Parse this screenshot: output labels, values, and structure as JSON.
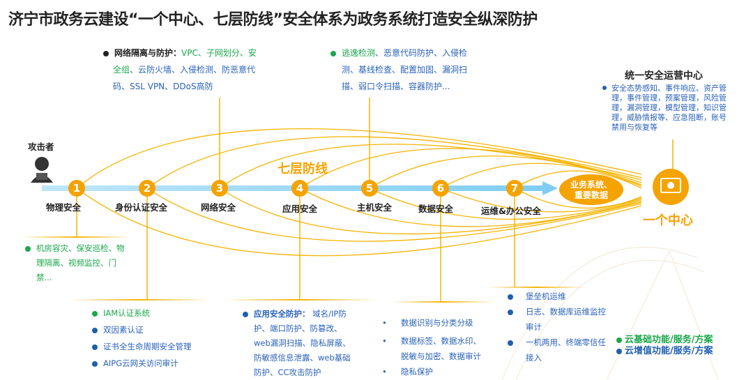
{
  "title": "济宁市政务云建设“一个中心、七层防线”安全体系为政务系统打造安全纵深防护",
  "attacker": "攻击者",
  "seven_lines_label": "七层防线",
  "core": "业务系统、\n重要数据",
  "core_l1": "业务系统、",
  "core_l2": "重要数据",
  "center_label": "一个中心",
  "nodes": [
    {
      "num": "1",
      "label": "物理安全"
    },
    {
      "num": "2",
      "label": "身份认证安全"
    },
    {
      "num": "3",
      "label": "网络安全"
    },
    {
      "num": "4",
      "label": "应用安全"
    },
    {
      "num": "5",
      "label": "主机安全"
    },
    {
      "num": "6",
      "label": "数据安全"
    },
    {
      "num": "7",
      "label": "运维&办公安全"
    }
  ],
  "network": {
    "head": "网络隔离与防护：",
    "g1": "VPC、子网划分、安",
    "g2": "全组",
    "b2": "、云防火墙、入侵检测、防恶意代",
    "b3": "码、SSL VPN、DDoS高防"
  },
  "host": {
    "g1": "逃逸检测",
    "b1": "、恶意代码防护、入侵检",
    "b2": "测、基线检查、配置加固、漏洞扫",
    "b3": "描、弱口令扫描、容器防护..."
  },
  "soc": {
    "title": "统一安全运营中心",
    "lines": [
      "安全态势感知、事件响应、资产管",
      "理，事件管理，预案管理，风险管",
      "理，漏洞管理，模型管理，知识管",
      "理，威胁情报等、应急阻断，账号",
      "禁用与恢复等"
    ]
  },
  "physical": {
    "lines": [
      "机房容灾、保安巡检、物",
      "理隔离、视频监控、门",
      "禁..."
    ]
  },
  "identity": {
    "items": [
      "IAM认证系统",
      "双因素认证",
      "证书全生命周期安全管理",
      "AIPG云网关访问审计"
    ]
  },
  "app": {
    "head": "应用安全防护：",
    "lines": [
      " 域名/IP防",
      "护、端口防护、防篡改、",
      "web漏洞扫描、隐私屏蔽、",
      "防敏感信息泄露、web基础",
      "防护、CC攻击防护"
    ]
  },
  "data_sec": {
    "items": [
      "数据识别与分类分级",
      "数据标签、数据水印、",
      "脱敏与加密、数据审计",
      "隐私保护"
    ]
  },
  "ops": {
    "items": [
      "堡垒机运维",
      "日志、数据库运维监控",
      "审计",
      "一机两用、终端零信任",
      "接入"
    ]
  },
  "legend": {
    "basic": "云基础功能/服务/方案",
    "value_added": "云增值功能/服务/方案",
    "colors": {
      "basic": "#1aa84a",
      "value_added": "#1f5fb0",
      "accent": "#f5a300"
    }
  }
}
